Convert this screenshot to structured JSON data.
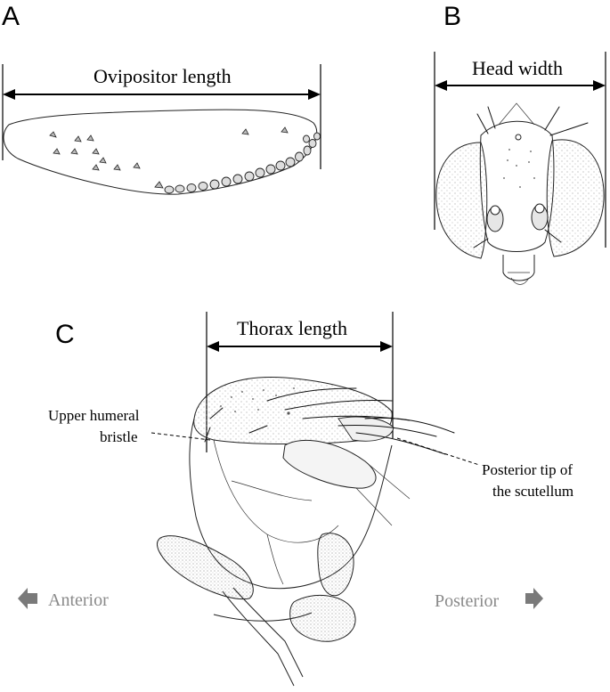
{
  "panels": {
    "a": {
      "letter": "A",
      "measure_label": "Ovipositor length"
    },
    "b": {
      "letter": "B",
      "measure_label": "Head width"
    },
    "c": {
      "letter": "C",
      "measure_label": "Thorax length",
      "annotation_upper_humeral": [
        "Upper humeral",
        "bristle"
      ],
      "annotation_scutellum": [
        "Posterior tip of",
        "the scutellum"
      ],
      "direction_anterior": "Anterior",
      "direction_posterior": "Posterior"
    }
  },
  "colors": {
    "ink": "#000000",
    "direction_text": "#8a8a8a",
    "direction_arrow": "#7a7a7a"
  }
}
